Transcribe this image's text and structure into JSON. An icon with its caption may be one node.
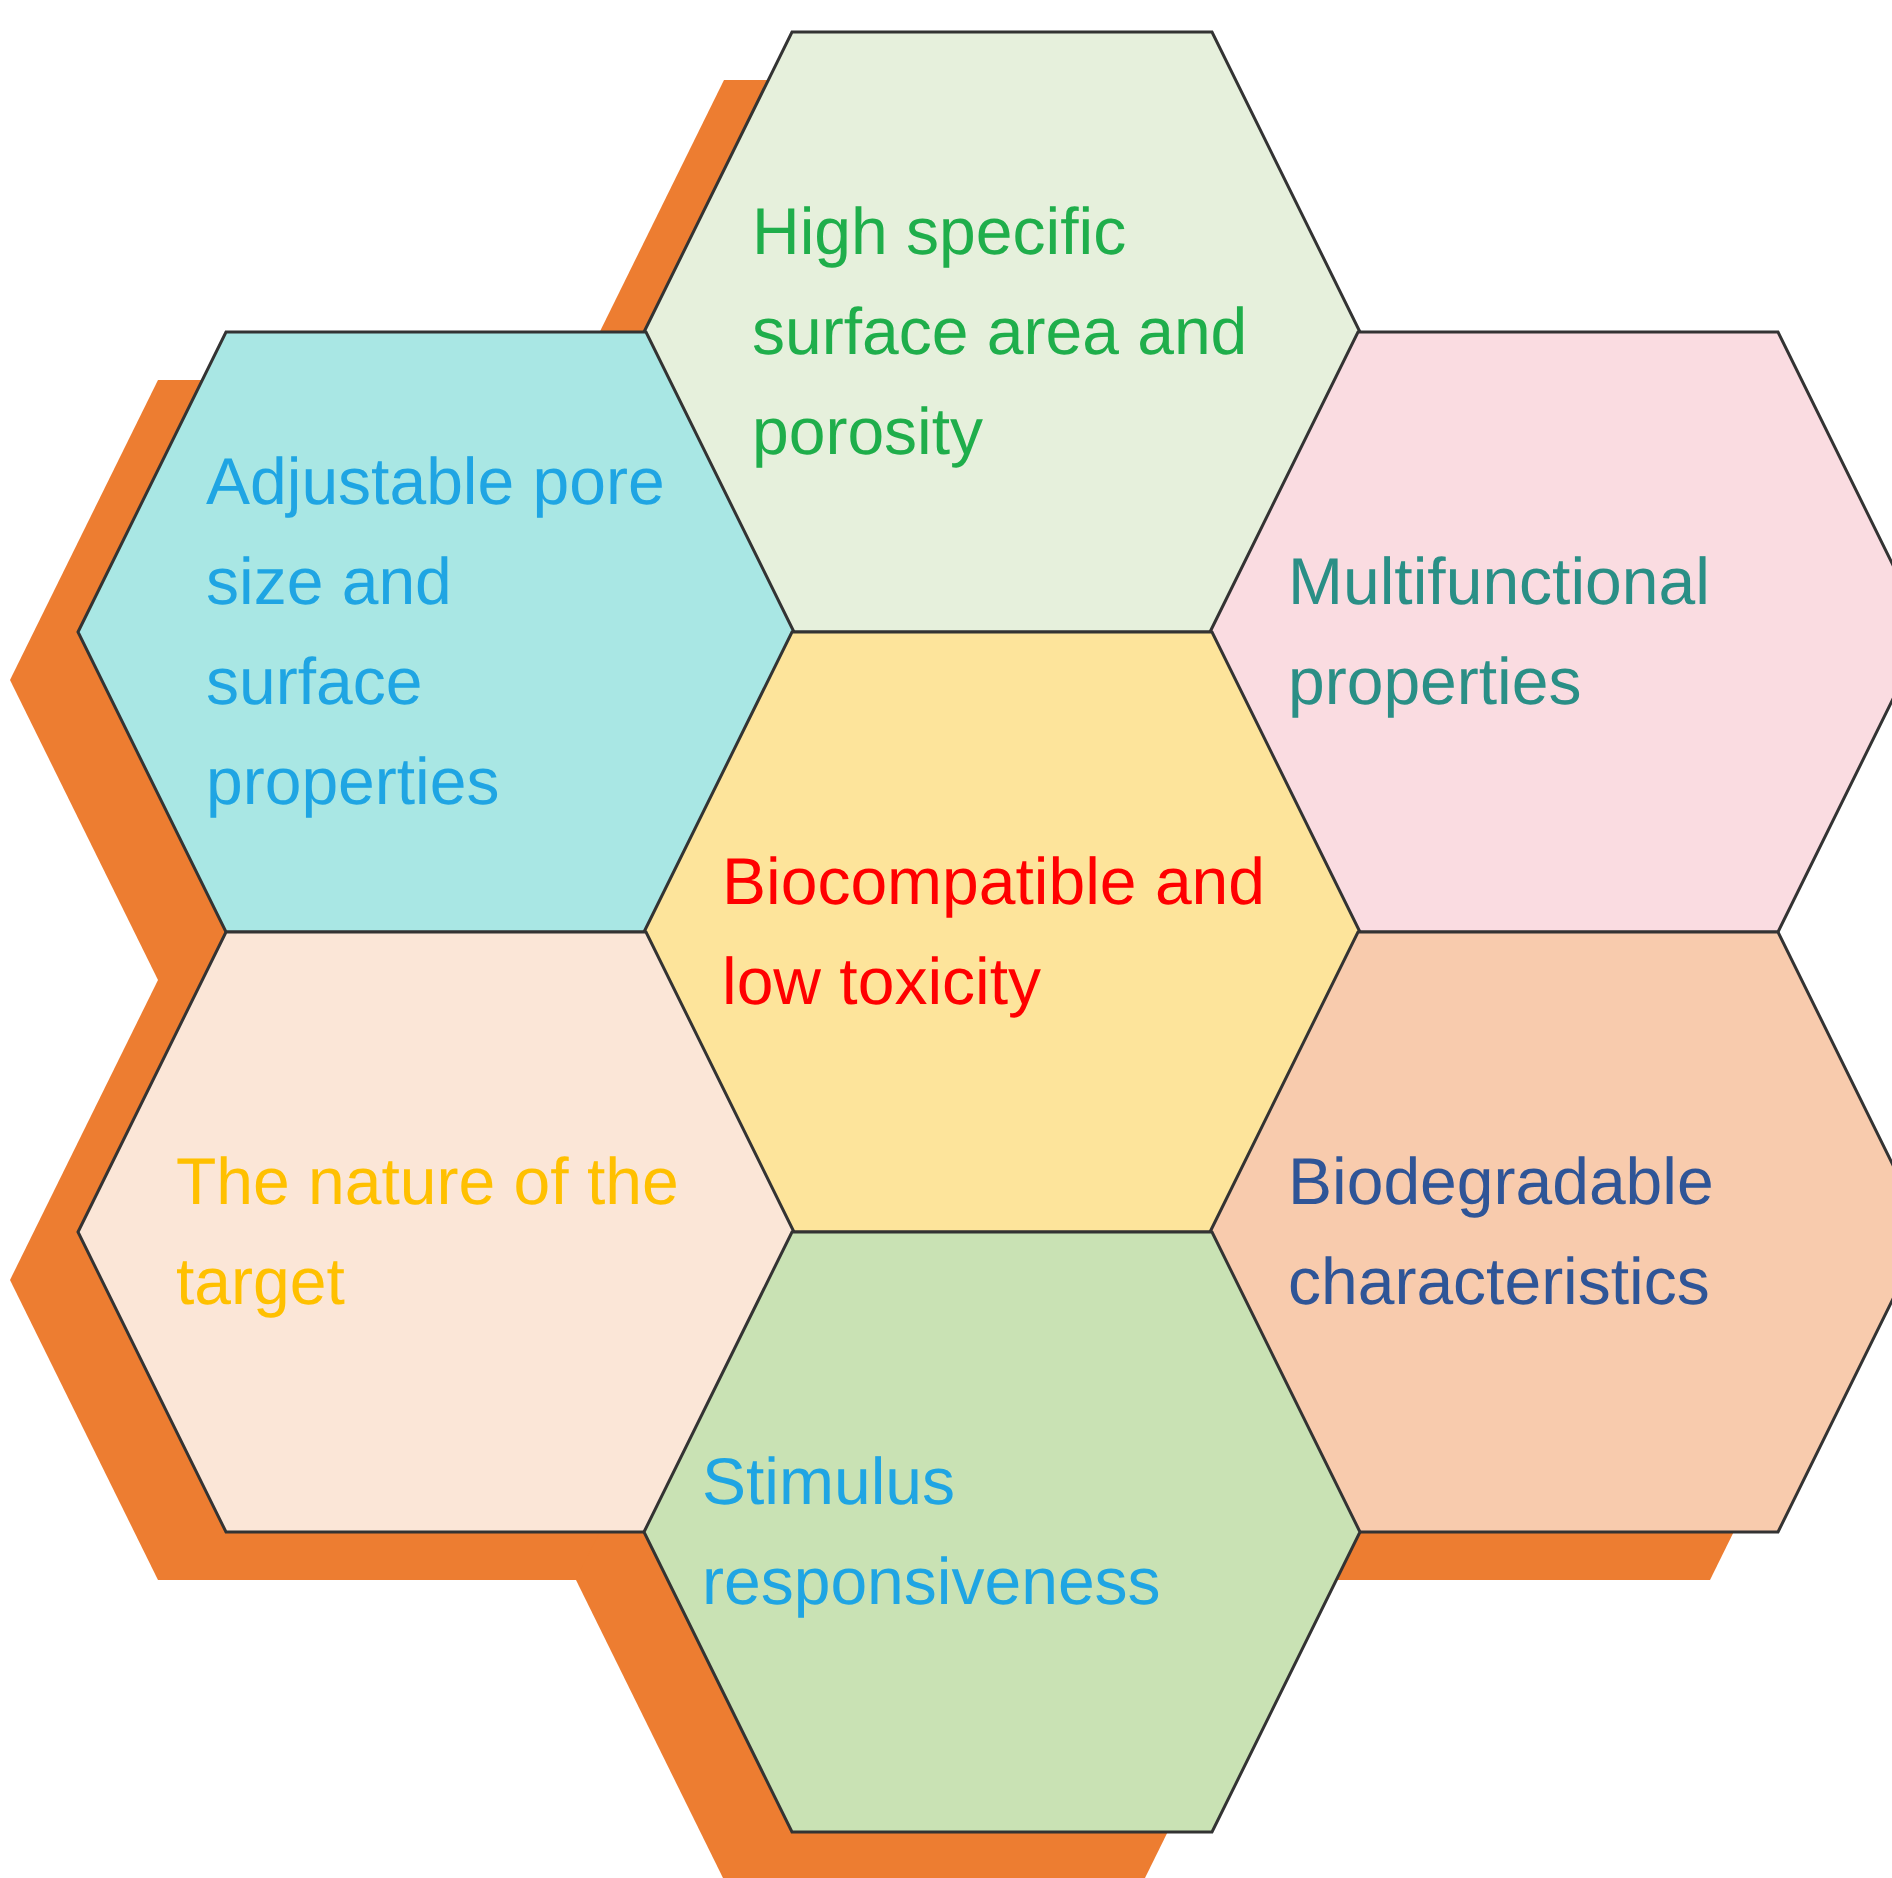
{
  "diagram": {
    "nodes": [
      {
        "text": [
          "High specific surface area and porosity"
        ]
      },
      {
        "text": [
          "Adjustable pore size and surface properties"
        ]
      },
      {
        "text": [
          "Multifunctional properties"
        ]
      },
      {
        "text": [
          "Biocompatible and low toxicity"
        ]
      },
      {
        "text": [
          "The nature of the target"
        ]
      },
      {
        "text": [
          "Biodegradable characteristics"
        ]
      },
      {
        "text": [
          "Stimulus responsiveness"
        ]
      }
    ]
  }
}
